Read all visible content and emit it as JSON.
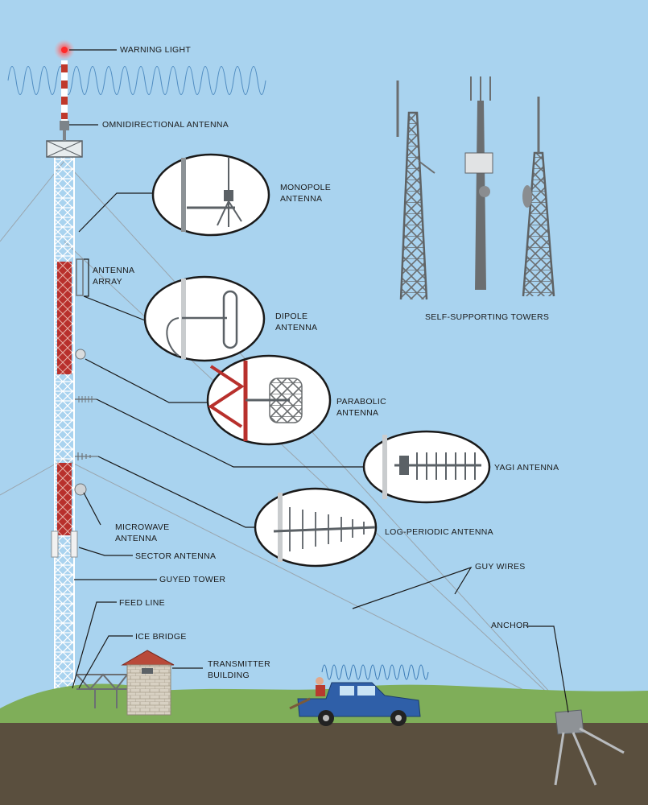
{
  "labels": {
    "warning_light": "WARNING LIGHT",
    "omni_antenna": "OMNIDIRECTIONAL ANTENNA",
    "monopole": [
      "MONOPOLE",
      "ANTENNA"
    ],
    "antenna_array": [
      "ANTENNA",
      "ARRAY"
    ],
    "dipole": [
      "DIPOLE",
      "ANTENNA"
    ],
    "parabolic": [
      "PARABOLIC",
      "ANTENNA"
    ],
    "yagi": "YAGI ANTENNA",
    "log_periodic": "LOG-PERIODIC ANTENNA",
    "microwave": [
      "MICROWAVE",
      "ANTENNA"
    ],
    "sector": "SECTOR ANTENNA",
    "guyed_tower": "GUYED TOWER",
    "feed_line": "FEED LINE",
    "ice_bridge": "ICE BRIDGE",
    "transmitter": [
      "TRANSMITTER",
      "BUILDING"
    ],
    "guy_wires": "GUY WIRES",
    "anchor": "ANCHOR",
    "self_supporting": "SELF-SUPPORTING TOWERS"
  },
  "colors": {
    "sky": "#a9d3ef",
    "tower_red": "#b8302c",
    "ground": "#5a4f3e",
    "grass": "#7fae59",
    "truck": "#2f5fa8"
  }
}
